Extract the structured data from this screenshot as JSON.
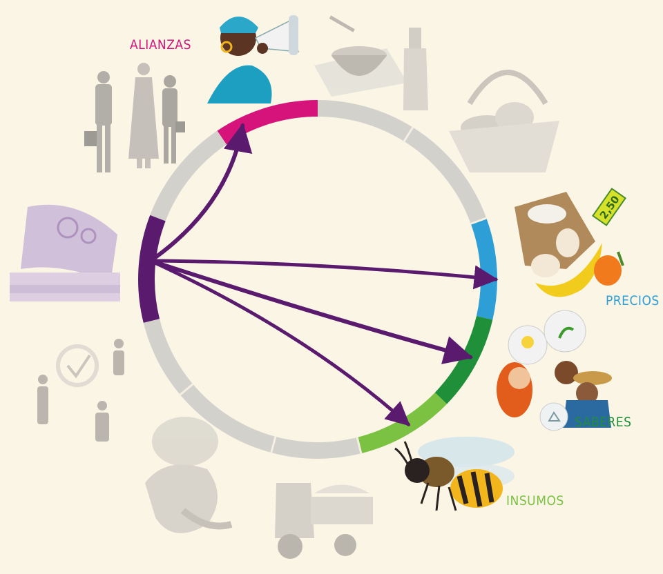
{
  "colors": {
    "background": "#fbf5e6",
    "ring_grey": "#d3d1cc",
    "ring_divider": "#f4efe2",
    "purple": "#5a1a6e",
    "magenta": "#d6137a",
    "blue": "#2e9fd6",
    "green_dark": "#1f8f3a",
    "green_light": "#7cc242"
  },
  "labels": {
    "alianzas": "ALIANZAS",
    "precios": "PRECIOS",
    "saberes": "SABERES",
    "insumos": "INSUMOS"
  },
  "price_tag": "2,50",
  "icons": {
    "alianzas": "woman-megaphone-icon",
    "bowl": "bowl-and-bottle-icon",
    "basket": "basket-icon",
    "precios": "food-sack-fruit-price-icon",
    "saberes": "people-knowledge-icon",
    "insumos": "bee-icon",
    "truck": "three-wheel-truck-icon",
    "harvest": "harvest-icon",
    "people_network": "people-network-icon",
    "money": "money-stack-icon",
    "business_people": "business-people-icon"
  }
}
